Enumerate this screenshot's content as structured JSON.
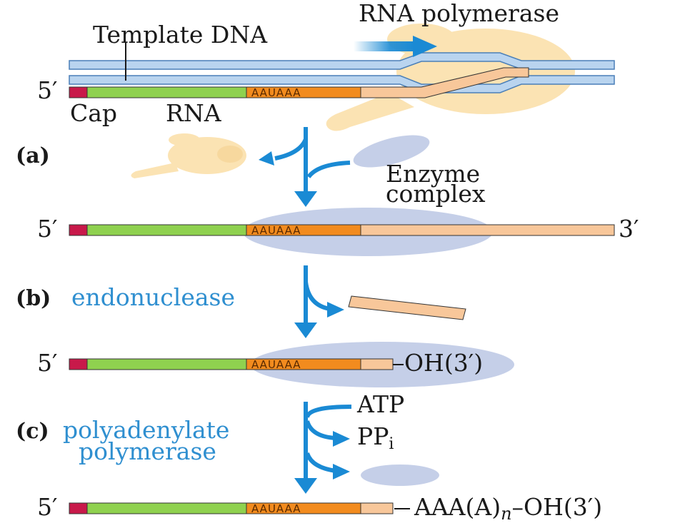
{
  "labels": {
    "rna_polymerase": "RNA  polymerase",
    "template_dna": "Template DNA",
    "five_prime": "5′",
    "three_prime": "3′",
    "cap": "Cap",
    "rna": "RNA",
    "aauaaa": "AAUAAA",
    "step_a": "(a)",
    "enzyme": "Enzyme",
    "complex": "complex",
    "step_b": "(b)",
    "endonuclease": "endonuclease",
    "oh3": "OH(3′)",
    "atp": "ATP",
    "ppi_main": "PP",
    "ppi_sub": "i",
    "step_c": "(c)",
    "polyadenylate": "polyadenylate",
    "polymerase": "polymerase",
    "poly_a_tail": "AAA(A)",
    "poly_a_n": "n",
    "poly_a_end": "–OH(3′)"
  },
  "colors": {
    "dna": "#b9d4ef",
    "dna_stroke": "#4a7fb8",
    "cap": "#c8194a",
    "rna_body": "#8fd14f",
    "signal": "#f28b1e",
    "rna_tail": "#f8c79a",
    "polymerase": "#fbe3b3",
    "enzyme": "#c5cfe8",
    "arrow": "#1a8ad4",
    "text_blue": "#2f8fd0"
  }
}
